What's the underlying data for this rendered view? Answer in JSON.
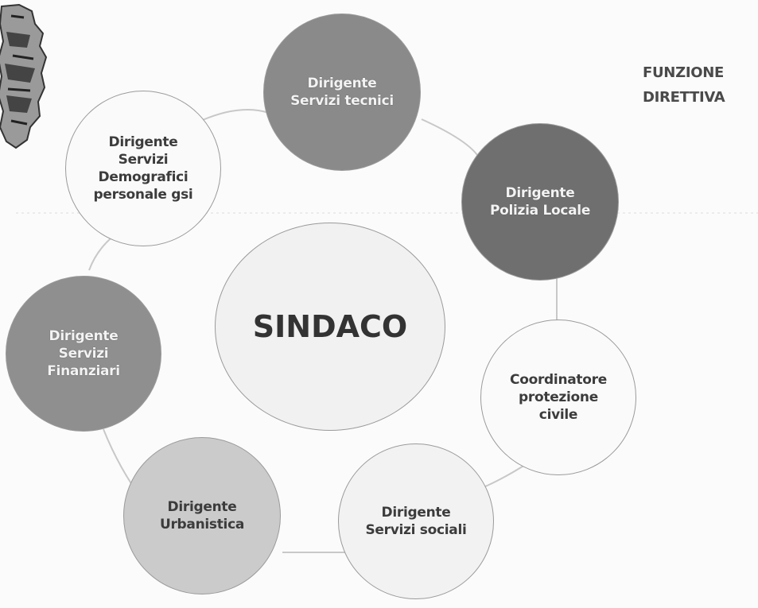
{
  "heading": "FUNZIONE\nDIRETTIVA",
  "center": "SINDACO",
  "nodes": {
    "tecnici": "Dirigente\nServizi tecnici",
    "polizia": "Dirigente\nPolizia Locale",
    "demografici": "Dirigente\nServizi\nDemografici\npersonale gsi",
    "finanziari": "Dirigente\nServizi\nFinanziari",
    "protezione": "Coordinatore\nprotezione\ncivile",
    "sociali": "Dirigente\nServizi sociali",
    "urbanistica": "Dirigente\nUrbanistica"
  },
  "colors": {
    "dark_fill": "#8a8a8a",
    "darker_fill": "#6f6f6f",
    "mid_fill": "#b9b9b9",
    "light_fill": "#e4e4e4",
    "white_fill": "#fafafa",
    "link": "#c8c8c8"
  }
}
